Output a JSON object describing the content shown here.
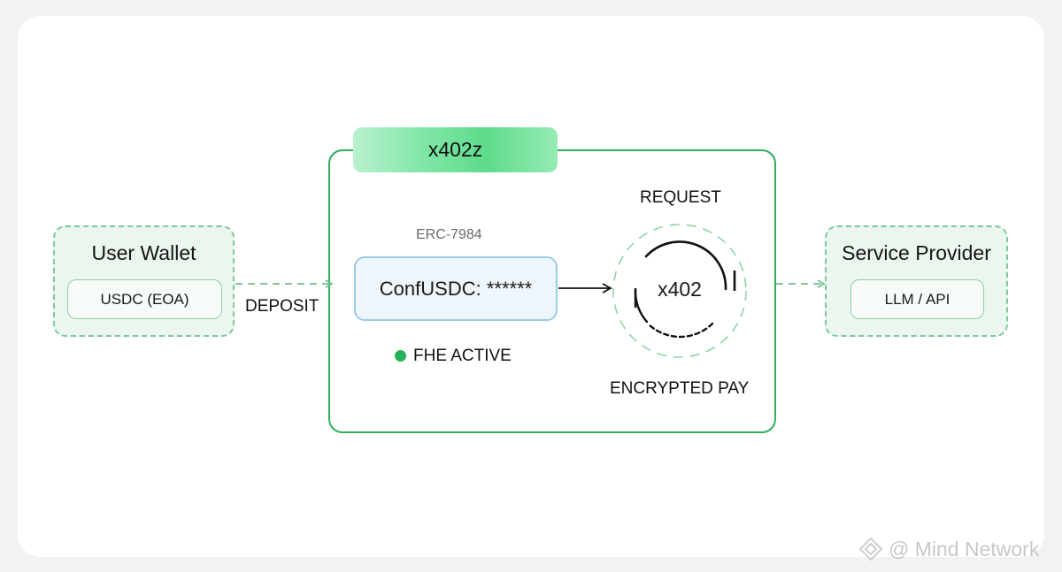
{
  "user_wallet": {
    "title": "User Wallet",
    "asset": "USDC (EOA)"
  },
  "deposit_label": "DEPOSIT",
  "x402z": {
    "badge": "x402z",
    "standard": "ERC-7984",
    "token_display": "ConfUSDC: ******",
    "status": "FHE ACTIVE",
    "request_label": "REQUEST",
    "core_label": "x402",
    "pay_label": "ENCRYPTED PAY"
  },
  "service_provider": {
    "title": "Service Provider",
    "endpoint": "LLM / API"
  },
  "watermark": "@ Mind Network",
  "colors": {
    "frame_green": "#2fae5b",
    "dash_green": "#7ec99a",
    "status_dot": "#27b15a",
    "token_box_border": "#9ccbe6"
  }
}
